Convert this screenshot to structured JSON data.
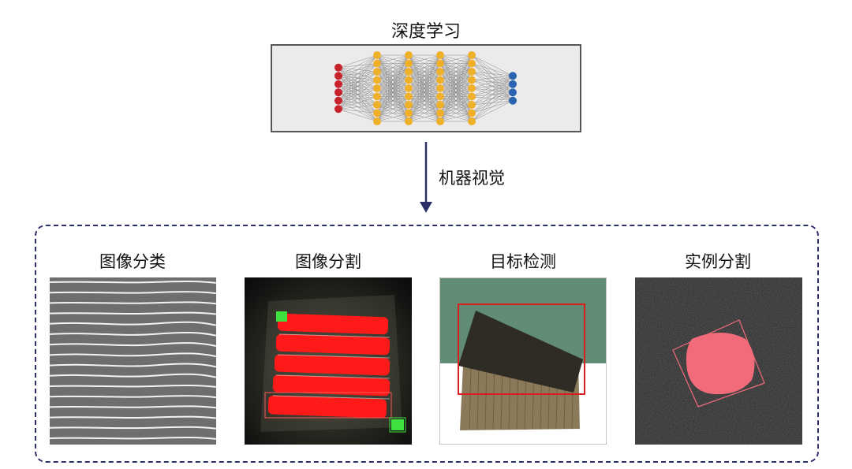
{
  "top": {
    "title": "深度学习"
  },
  "arrow": {
    "label": "机器视觉"
  },
  "panels": [
    {
      "label": "图像分类"
    },
    {
      "label": "图像分割"
    },
    {
      "label": "目标检测"
    },
    {
      "label": "实例分割"
    }
  ],
  "colors": {
    "input_node": "#c8232c",
    "hidden_node": "#f0b02a",
    "output_node": "#2a64b0",
    "arrow": "#2c3068",
    "dashed_border": "#2c3068",
    "segmentation": "#ff1a1a",
    "detection_box": "#d81e1e",
    "instance_mask": "#f26b7a"
  }
}
